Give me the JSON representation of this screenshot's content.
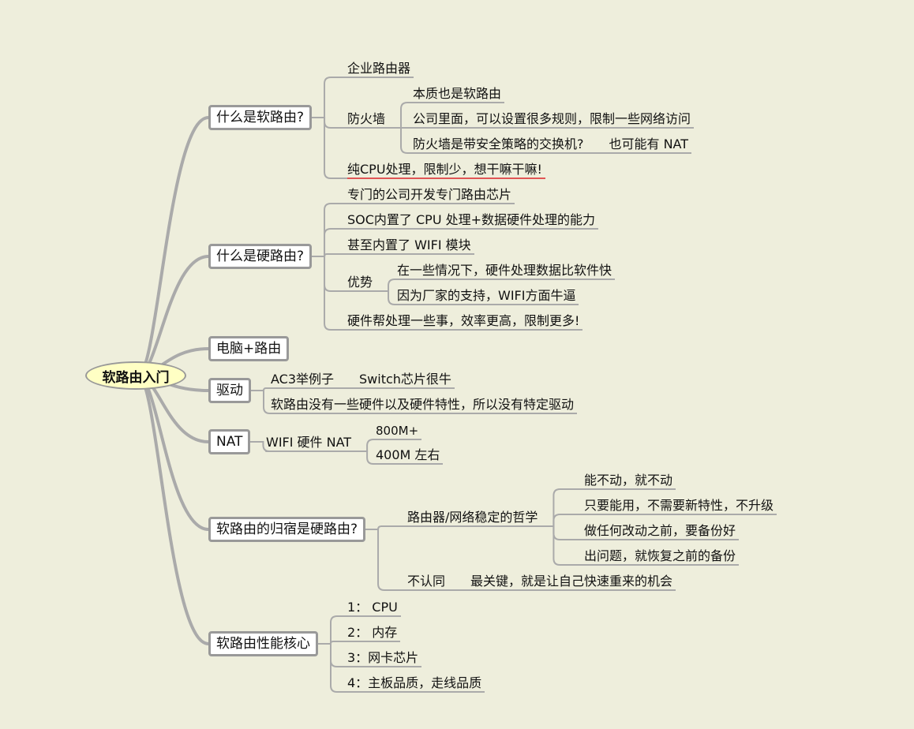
{
  "root": "软路由入门",
  "topics": [
    {
      "label": "什么是软路由?",
      "children": [
        "企业路由器",
        "防火墙",
        "本质也是软路由",
        "公司里面，可以设置很多规则，限制一些网络访问",
        "防火墙是带安全策略的交换机?　　也可能有 NAT",
        "纯CPU处理，限制少，想干嘛干嘛!"
      ]
    },
    {
      "label": "什么是硬路由?",
      "children": [
        "专门的公司开发专门路由芯片",
        "SOC内置了 CPU 处理+数据硬件处理的能力",
        "甚至内置了 WIFI 模块",
        "优势",
        "在一些情况下，硬件处理数据比软件快",
        "因为厂家的支持，WIFI方面牛逼",
        "硬件帮处理一些事，效率更高，限制更多!"
      ]
    },
    {
      "label": "电脑+路由",
      "children": []
    },
    {
      "label": "驱动",
      "children": [
        "AC3举例子　　Switch芯片很牛",
        "软路由没有一些硬件以及硬件特性，所以没有特定驱动"
      ]
    },
    {
      "label": "NAT",
      "children": [
        "WIFI 硬件 NAT",
        "800M+",
        "400M 左右"
      ]
    },
    {
      "label": "软路由的归宿是硬路由?",
      "children": [
        "路由器/网络稳定的哲学",
        "能不动，就不动",
        "只要能用，不需要新特性，不升级",
        "做任何改动之前，要备份好",
        "出问题，就恢复之前的备份",
        "不认同　　最关键，就是让自己快速重来的机会"
      ]
    },
    {
      "label": "软路由性能核心",
      "children": [
        "1：  CPU",
        "2：  内存",
        "3：网卡芯片",
        "4：主板品质，走线品质"
      ]
    }
  ]
}
